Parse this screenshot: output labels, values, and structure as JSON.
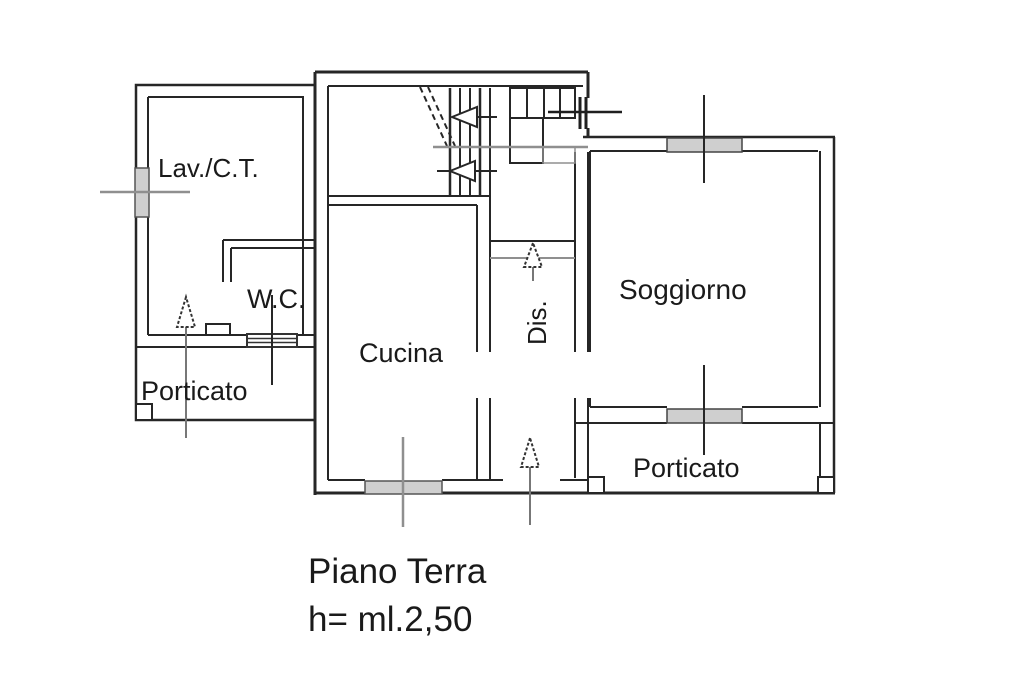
{
  "plan": {
    "floor_label": "Piano Terra",
    "height_label": "h= ml.2,50"
  },
  "rooms": {
    "lav_ct": {
      "label": "Lav./C.T."
    },
    "wc": {
      "label": "W.C."
    },
    "porticato_left": {
      "label": "Porticato"
    },
    "cucina": {
      "label": "Cucina"
    },
    "dis": {
      "label": "Dis."
    },
    "soggiorno": {
      "label": "Soggiorno"
    },
    "porticato_right": {
      "label": "Porticato"
    }
  },
  "symbols": {
    "staircase": "staircase-to-upper-floor",
    "doors": [
      "main-entrance-door",
      "dis-door"
    ],
    "windows": [
      "lav-left-window",
      "wc-window",
      "cucina-window",
      "soggiorno-top-window",
      "soggiorno-bottom-window"
    ],
    "arrows": [
      "porticato-left-entrance-arrow",
      "dis-entrance-arrow",
      "south-entrance-arrow"
    ]
  },
  "colors": {
    "wall": "#262626",
    "thin_line": "#4a4a4a",
    "gray_marker": "#8f8f8f",
    "window_fill": "#cfcfcf",
    "background": "#ffffff"
  }
}
